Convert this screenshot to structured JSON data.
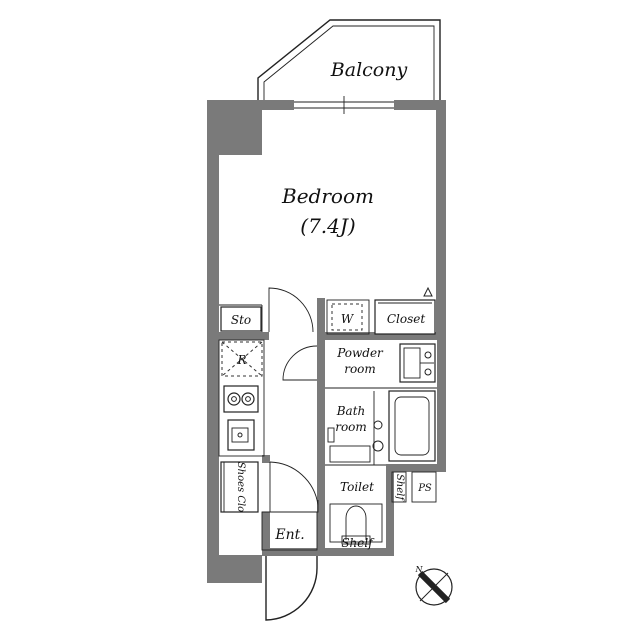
{
  "rooms": {
    "balcony": "Balcony",
    "bedroom": "Bedroom",
    "bedroom_size": "(7.4J)",
    "storage": "Sto",
    "closet": "Closet",
    "washer": "W",
    "refrigerator": "R",
    "powder_line1": "Powder",
    "powder_line2": "room",
    "bath_line1": "Bath",
    "bath_line2": "room",
    "shoes_closet": "Shoes Clo",
    "toilet": "Toilet",
    "shelf_vertical": "Shelf",
    "pipe_space": "PS",
    "shelf": "Shelf",
    "entrance": "Ent."
  },
  "compass": {
    "north": "N"
  },
  "colors": {
    "wall": "#7a7a7a",
    "line": "#222222",
    "background": "#ffffff"
  }
}
